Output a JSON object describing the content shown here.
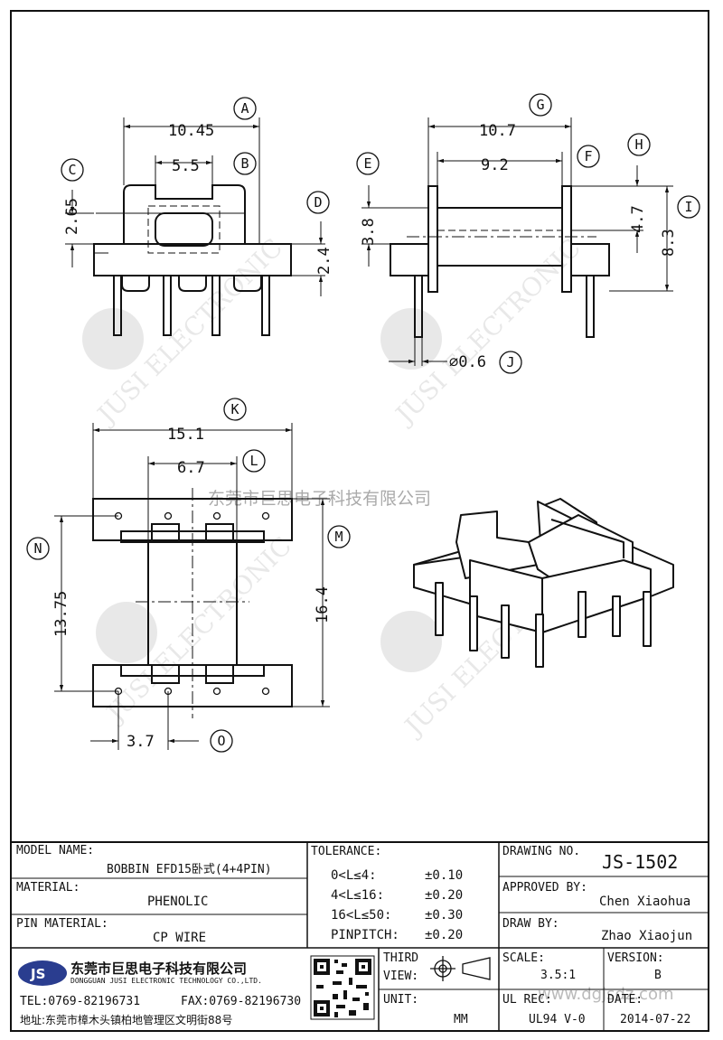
{
  "watermark": {
    "company_cn": "东莞市巨思电子科技有限公司",
    "brand": "JUSI ELECTRONIC",
    "logo": "JS",
    "url": "www.dgjsdz.com"
  },
  "dims": {
    "A": {
      "tag": "A",
      "value": "10.45"
    },
    "B": {
      "tag": "B",
      "value": "5.5"
    },
    "C": {
      "tag": "C",
      "value": "2.65"
    },
    "D": {
      "tag": "D",
      "value": "2.4"
    },
    "E": {
      "tag": "E",
      "value": "3.8"
    },
    "F": {
      "tag": "F",
      "value": "9.2"
    },
    "G": {
      "tag": "G",
      "value": "10.7"
    },
    "H": {
      "tag": "H",
      "value": "4.7"
    },
    "I": {
      "tag": "I",
      "value": "8.3"
    },
    "J": {
      "tag": "J",
      "value": "⌀0.6"
    },
    "K": {
      "tag": "K",
      "value": "15.1"
    },
    "L": {
      "tag": "L",
      "value": "6.7"
    },
    "M": {
      "tag": "M",
      "value": "16.4"
    },
    "N": {
      "tag": "N",
      "value": "13.75"
    },
    "O": {
      "tag": "O",
      "value": "3.7"
    }
  },
  "title_block": {
    "model_name_label": "MODEL NAME:",
    "model_name_value": "BOBBIN EFD15卧式(4+4PIN)",
    "material_label": "MATERIAL:",
    "material_value": "PHENOLIC",
    "pin_material_label": "PIN MATERIAL:",
    "pin_material_value": "CP WIRE",
    "tolerance_label": "TOLERANCE:",
    "tolerances": [
      {
        "range": "0<L≤4:",
        "value": "±0.10"
      },
      {
        "range": "4<L≤16:",
        "value": "±0.20"
      },
      {
        "range": "16<L≤50:",
        "value": "±0.30"
      },
      {
        "range": "PINPITCH:",
        "value": "±0.20"
      }
    ],
    "drawing_no_label": "DRAWING NO.",
    "drawing_no_value": "JS-1502",
    "approved_label": "APPROVED BY:",
    "approved_value": "Chen Xiaohua",
    "draw_label": "DRAW BY:",
    "draw_value": "Zhao Xiaojun",
    "third_view_label_1": "THIRD",
    "third_view_label_2": "VIEW:",
    "unit_label": "UNIT:",
    "unit_value": "MM",
    "scale_label": "SCALE:",
    "scale_value": "3.5:1",
    "version_label": "VERSION:",
    "version_value": "B",
    "ul_label": "UL REC:",
    "ul_value": "UL94 V-0",
    "date_label": "DATE:",
    "date_value": "2014-07-22",
    "company_cn": "东莞市巨思电子科技有限公司",
    "company_en": "DONGGUAN JUSI ELECTRONIC TECHNOLOGY CO.,LTD.",
    "tel": "TEL:0769-82196731",
    "fax": "FAX:0769-82196730",
    "address": "地址:东莞市樟木头镇柏地管理区文明街88号"
  }
}
